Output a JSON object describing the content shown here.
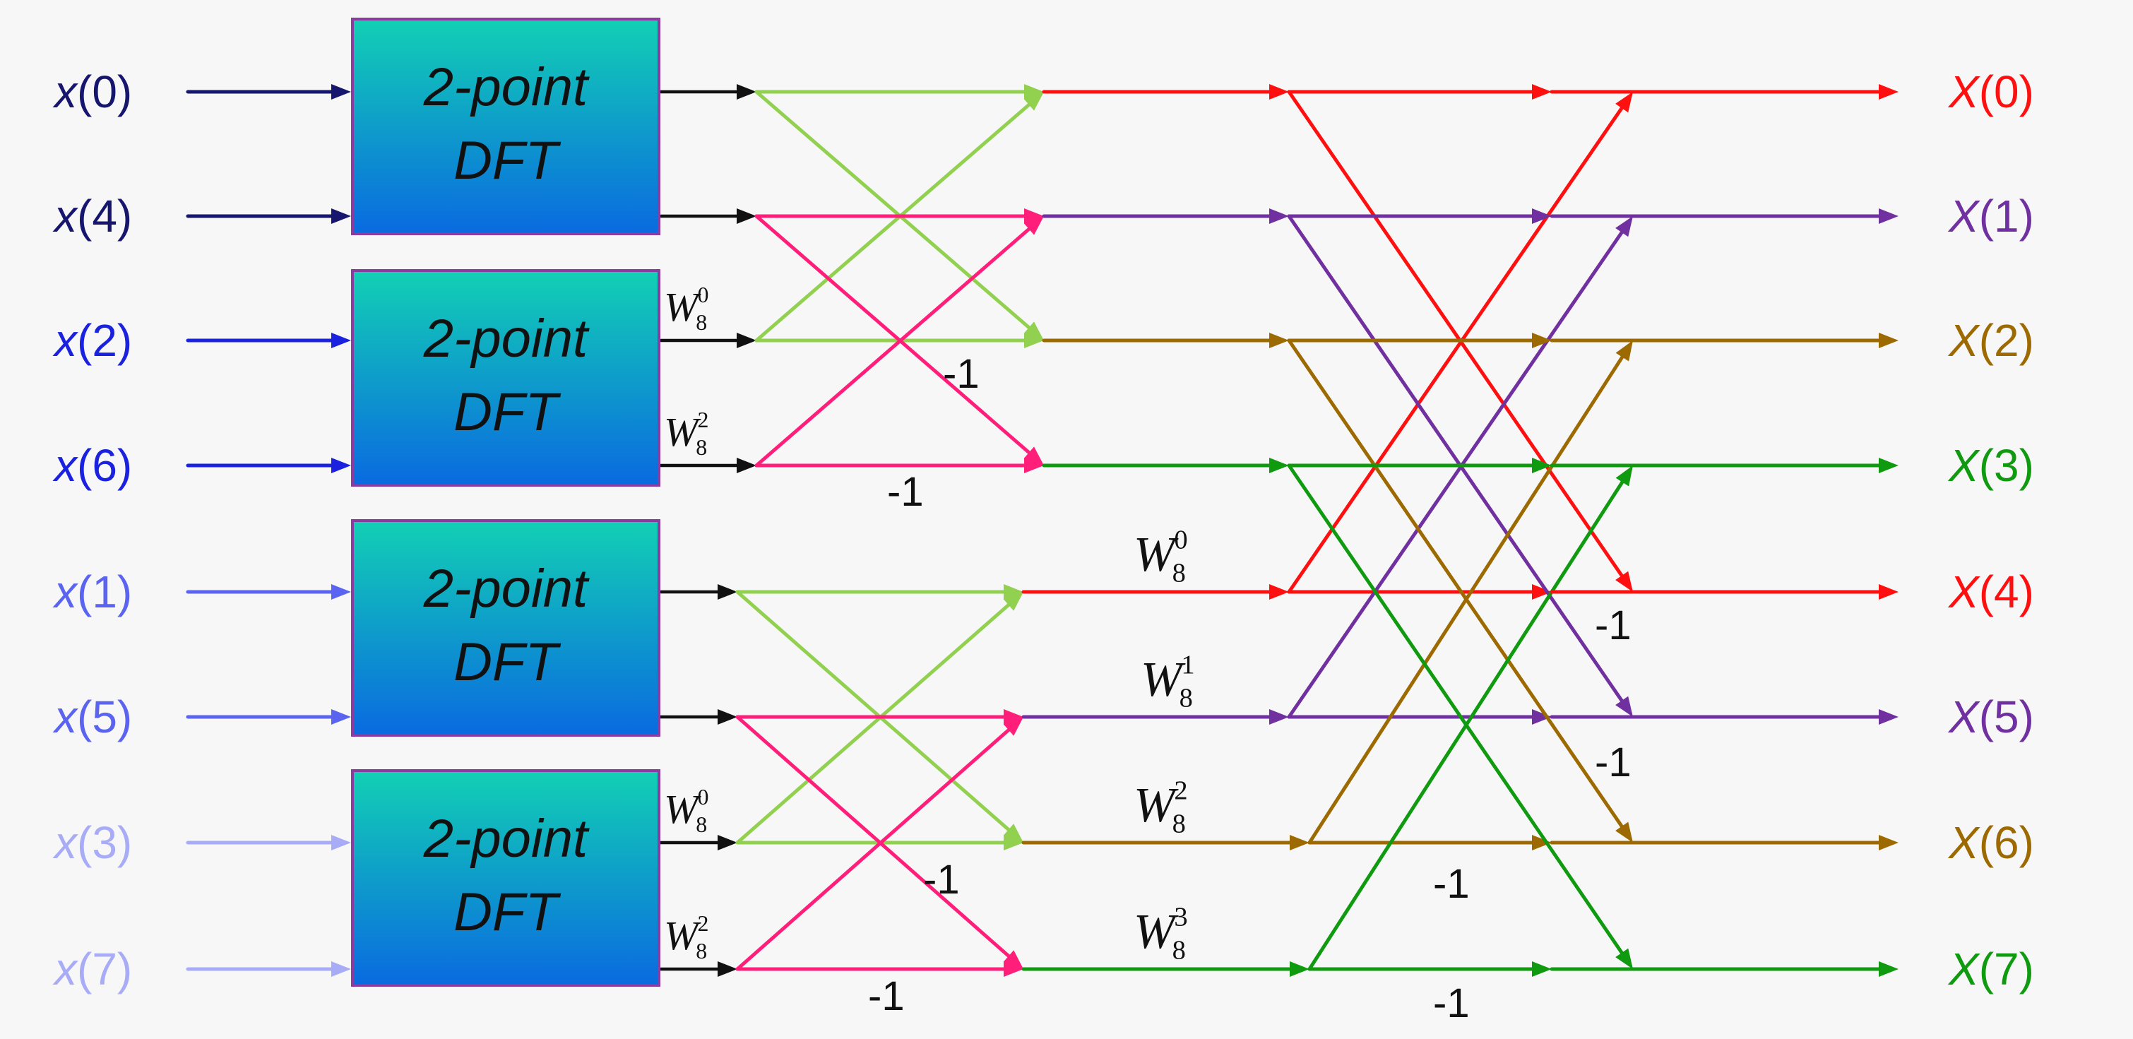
{
  "colors": {
    "background": "#f7f7f7",
    "black": "#111111",
    "light_green": "#92d050",
    "pink": "#ff1f7a",
    "red": "#ff1010",
    "purple": "#7030a0",
    "brown": "#9c6a00",
    "green": "#109a10",
    "box_top": "#12d0b4",
    "box_bottom": "#0a6ae0",
    "box_border": "#8a3ca0"
  },
  "inputs": [
    {
      "var": "x",
      "index": "(0)",
      "color": "#16166e"
    },
    {
      "var": "x",
      "index": "(4)",
      "color": "#16166e"
    },
    {
      "var": "x",
      "index": "(2)",
      "color": "#1a22e0"
    },
    {
      "var": "x",
      "index": "(6)",
      "color": "#1a22e0"
    },
    {
      "var": "x",
      "index": "(1)",
      "color": "#5a64f0"
    },
    {
      "var": "x",
      "index": "(5)",
      "color": "#5a64f0"
    },
    {
      "var": "x",
      "index": "(3)",
      "color": "#a8acf6"
    },
    {
      "var": "x",
      "index": "(7)",
      "color": "#a8acf6"
    }
  ],
  "outputs": [
    {
      "var": "X",
      "index": "(0)",
      "color": "#ff1010"
    },
    {
      "var": "X",
      "index": "(1)",
      "color": "#7030a0"
    },
    {
      "var": "X",
      "index": "(2)",
      "color": "#9c6a00"
    },
    {
      "var": "X",
      "index": "(3)",
      "color": "#109a10"
    },
    {
      "var": "X",
      "index": "(4)",
      "color": "#ff1010"
    },
    {
      "var": "X",
      "index": "(5)",
      "color": "#7030a0"
    },
    {
      "var": "X",
      "index": "(6)",
      "color": "#9c6a00"
    },
    {
      "var": "X",
      "index": "(7)",
      "color": "#109a10"
    }
  ],
  "dft_blocks": [
    {
      "line1": "2-point",
      "line2": "DFT"
    },
    {
      "line1": "2-point",
      "line2": "DFT"
    },
    {
      "line1": "2-point",
      "line2": "DFT"
    },
    {
      "line1": "2-point",
      "line2": "DFT"
    }
  ],
  "twiddles_stage1": [
    {
      "base": "W",
      "sub": "8",
      "sup": "0"
    },
    {
      "base": "W",
      "sub": "8",
      "sup": "2"
    },
    {
      "base": "W",
      "sub": "8",
      "sup": "0"
    },
    {
      "base": "W",
      "sub": "8",
      "sup": "2"
    }
  ],
  "twiddles_stage2": [
    {
      "base": "W",
      "sub": "8",
      "sup": "0"
    },
    {
      "base": "W",
      "sub": "8",
      "sup": "1"
    },
    {
      "base": "W",
      "sub": "8",
      "sup": "2"
    },
    {
      "base": "W",
      "sub": "8",
      "sup": "3"
    }
  ],
  "neg_labels": [
    "-1",
    "-1",
    "-1",
    "-1",
    "-1",
    "-1",
    "-1",
    "-1"
  ]
}
